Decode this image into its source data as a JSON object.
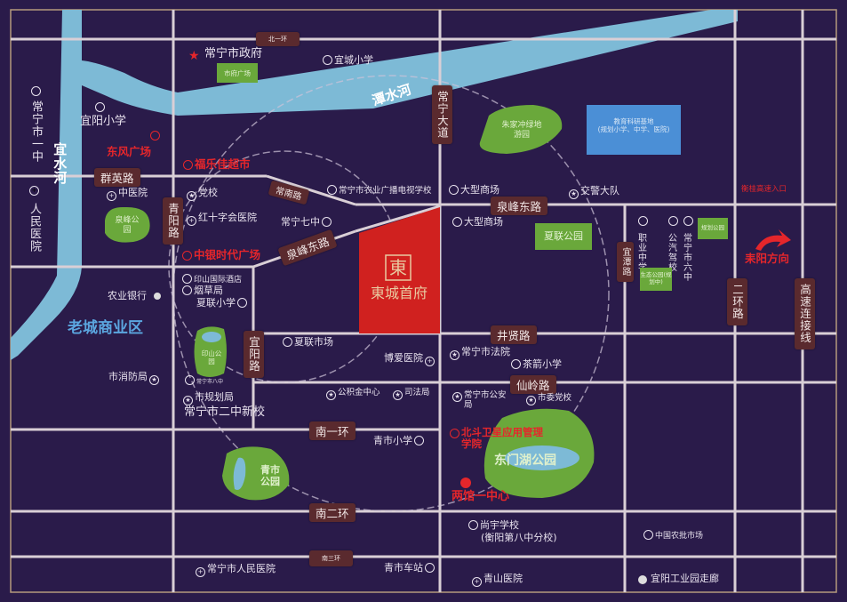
{
  "colors": {
    "background": "#2a1b4a",
    "road_line": "#d9cfd6",
    "road_label_bg": "#5a2a2e",
    "river": "#7dbad6",
    "park": "#6aa83b",
    "project": "#d0211f",
    "highlight_red": "#e5262b",
    "district_blue": "#5ba6e0",
    "edu_box": "#4b8fd6"
  },
  "project": {
    "logo": "東",
    "name": "東城首府"
  },
  "rivers": {
    "xiang": "潭水河",
    "yi": "宜水河"
  },
  "district": "老城商业区",
  "roads": {
    "bei_yi_huan": "北一环",
    "qun_ying": "群英路",
    "chang_nan": "常南路",
    "quan_feng_dong_w": "泉峰东路",
    "quan_feng_dong_e": "泉峰东路",
    "qing_yang": "青阳路",
    "yi_yang": "宜阳路",
    "chang_ning_da_dao": "常宁大道",
    "jing_xian": "井贤路",
    "xian_ling": "仙岭路",
    "nan_yi_huan": "南一环",
    "nan_er_huan": "南二环",
    "nan_huan_small": "南三环",
    "yi_tan": "宜潭路",
    "er_huan": "二环路",
    "gao_su": "高速连接线"
  },
  "pois": {
    "gov": "常宁市政府",
    "gov_square": "市府广场",
    "yicheng_school": "宜城小学",
    "yiyang_school": "宜阳小学",
    "no1_middle": "常宁市一中",
    "people_hospital_v": "人民医院",
    "dongfeng_plaza": "东风广场",
    "xinle_market": "福乐佳超市",
    "tcm_hospital": "中医院",
    "party_school": "党校",
    "quanfeng_park": "泉峰公园",
    "red_cross": "红十字会医院",
    "agri_tv_school": "常宁市农业广播电视学校",
    "big_mall_1": "大型商场",
    "big_mall_2": "大型商场",
    "no7_middle": "常宁七中",
    "zhongyin_plaza": "中银时代广场",
    "yinshan_hotel": "印山国际酒店",
    "tobacco": "烟草局",
    "xialian_primary": "夏联小学",
    "agri_bank": "农业银行",
    "yinshan_park": "印山公园",
    "no8_primary": "常宁市八中",
    "fire_dept": "市消防局",
    "planning": "市规划局",
    "no2_new": "常宁市二中新校",
    "xialian_market": "夏联市场",
    "boai_hospital": "博爱医院",
    "court": "常宁市法院",
    "chajian_primary": "茶箭小学",
    "fund_center": "公积金中心",
    "justice": "司法局",
    "police": "常宁市公安局",
    "city_party_school": "市委党校",
    "beidou_college": "北斗卫星应用管理学院",
    "dongmenhu_park": "东门湖公园",
    "two_halls": "两馆一中心",
    "qingshi_primary": "青市小学",
    "qingshi_park": "青市公园",
    "shangyu_school": "尚宇学校",
    "shangyu_sub": "(衡阳第八中分校)",
    "people_hospital": "常宁市人民医院",
    "qingshi_station": "青市车站",
    "qingshan_hospital": "青山医院",
    "agri_market": "中国农批市场",
    "industrial_corridor": "宜阳工业园走廊",
    "zhujiachong_park": "朱家冲绿地游园",
    "edu_base": "教育科研基地",
    "edu_base_sub": "(规划小学、中学、医院)",
    "traffic_police": "交警大队",
    "xialian_park": "夏联公园",
    "vocational": "职业中学",
    "driving_school": "公汽驾校",
    "no6_middle": "常宁市六中",
    "park_planned_1": "规划公园",
    "park_planned_2": "生态公园(规划中)",
    "highway_entrance": "衡桂高速入口",
    "leiyang_dir": "耒阳方向"
  }
}
